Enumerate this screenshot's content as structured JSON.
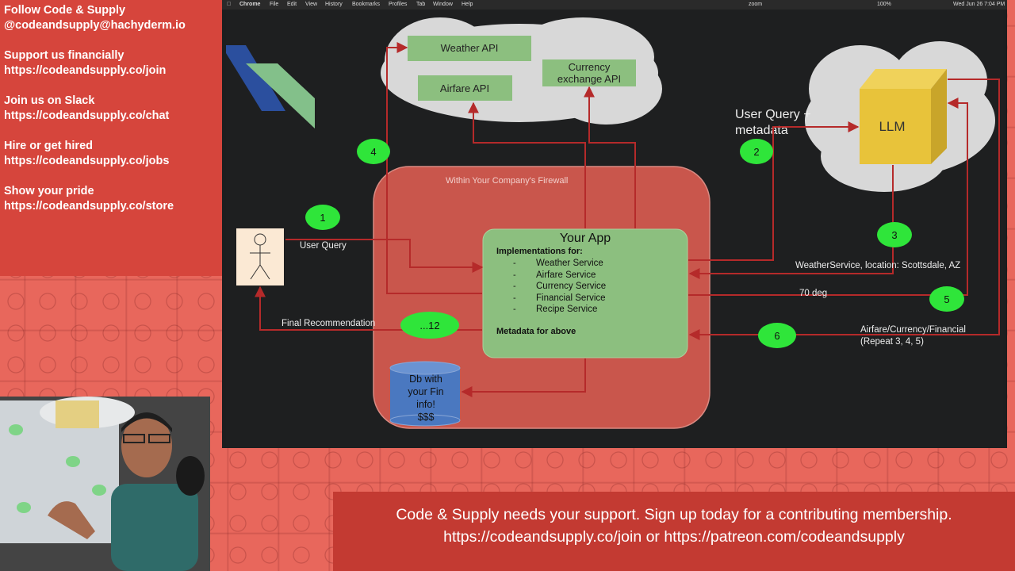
{
  "sidebar": {
    "follow_title": "Follow Code & Supply",
    "follow_handle": "@codeandsupply@hachyderm.io",
    "support_title": "Support us financially",
    "support_url": "https://codeandsupply.co/join",
    "slack_title": "Join us on Slack",
    "slack_url": "https://codeandsupply.co/chat",
    "hire_title": "Hire or get hired",
    "hire_url": "https://codeandsupply.co/jobs",
    "pride_title": "Show your pride",
    "pride_url": "https://codeandsupply.co/store"
  },
  "menubar": {
    "app": "Chrome",
    "items": [
      "File",
      "Edit",
      "View",
      "History",
      "Bookmarks",
      "Profiles",
      "Tab",
      "Window",
      "Help"
    ],
    "zoom": "zoom",
    "battery": "100%",
    "clock": "Wed Jun 26 7:04 PM"
  },
  "diagram": {
    "weather_api": "Weather API",
    "airfare_api": "Airfare API",
    "currency_api_line1": "Currency",
    "currency_api_line2": "exchange API",
    "llm": "LLM",
    "user_query_meta_line1": "User Query +",
    "user_query_meta_line2": "metadata",
    "firewall_label": "Within Your Company's Firewall",
    "your_app": "Your App",
    "implementations_title": "Implementations for:",
    "services": [
      "Weather Service",
      "Airfare Service",
      "Currency Service",
      "Financial Service",
      "Recipe Service"
    ],
    "metadata_label": "Metadata for above",
    "db_line1": "Db with",
    "db_line2": "your Fin",
    "db_line3": "info!",
    "db_line4": "$$$",
    "user_query_label": "User Query",
    "final_recommendation": "Final Recommendation",
    "weather_location": "WeatherService,  location: Scottsdale, AZ",
    "temperature": "70 deg",
    "airfare_line1": "Airfare/Currency/Financial",
    "airfare_line2": "(Repeat 3, 4, 5)",
    "steps": {
      "s1": "1",
      "s2": "2",
      "s3": "3",
      "s4": "4",
      "s5": "5",
      "s6": "6",
      "s12": "...12"
    }
  },
  "banner": {
    "line1": "Code & Supply needs your support. Sign up today for a contributing membership.",
    "line2": "https://codeandsupply.co/join or https://patreon.com/codeandsupply"
  },
  "colors": {
    "brand_red": "#d6453c",
    "green_badge": "#2fe53a",
    "app_green": "#8cbf7f",
    "firewall_red": "#c9564c",
    "arrow": "#b52a2a",
    "llm_yellow": "#e8c33a",
    "db_blue": "#4a78c0"
  }
}
